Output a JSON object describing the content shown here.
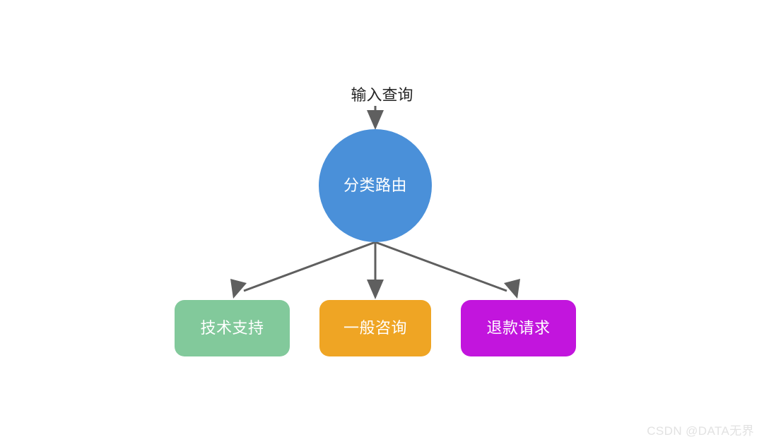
{
  "diagram": {
    "title_label": "输入查询",
    "colors": {
      "router": "#4a90d9",
      "support": "#82c99b",
      "general": "#efa524",
      "refund": "#c215dd",
      "edge": "#5f5f5f",
      "label_text": "#262626",
      "node_text": "#ffffff"
    },
    "entry": {
      "label": "输入查询",
      "arrow": "down-arrow-icon"
    },
    "router": {
      "label": "分类路由",
      "shape": "circle"
    },
    "branches": [
      {
        "label": "技术支持",
        "shape": "rounded-rect",
        "color": "#82c99b"
      },
      {
        "label": "一般咨询",
        "shape": "rounded-rect",
        "color": "#efa524"
      },
      {
        "label": "退款请求",
        "shape": "rounded-rect",
        "color": "#c215dd"
      }
    ]
  },
  "watermark": {
    "text": "CSDN @DATA无界"
  }
}
